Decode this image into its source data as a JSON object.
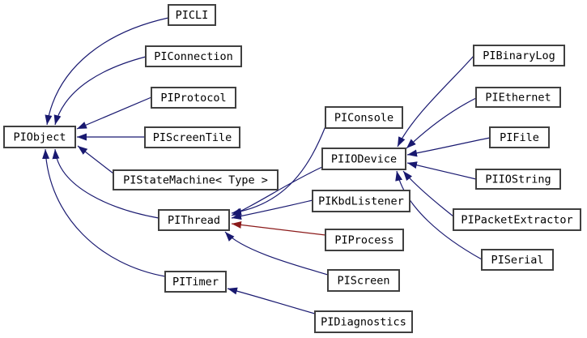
{
  "diagram": {
    "type": "class-inheritance-graph",
    "colors": {
      "background": "#ffffff",
      "node_fill": "#ffffff",
      "node_border": "#404040",
      "text": "#000000",
      "edge_public": "#191970",
      "edge_private": "#8b1a1a"
    },
    "nodes": [
      {
        "id": "PIObject",
        "label": "PIObject"
      },
      {
        "id": "PICLI",
        "label": "PICLI"
      },
      {
        "id": "PIConnection",
        "label": "PIConnection"
      },
      {
        "id": "PIProtocol",
        "label": "PIProtocol"
      },
      {
        "id": "PIScreenTile",
        "label": "PIScreenTile"
      },
      {
        "id": "PIStateMachine",
        "label": "PIStateMachine< Type >"
      },
      {
        "id": "PIThread",
        "label": "PIThread"
      },
      {
        "id": "PITimer",
        "label": "PITimer"
      },
      {
        "id": "PIConsole",
        "label": "PIConsole"
      },
      {
        "id": "PIIODevice",
        "label": "PIIODevice"
      },
      {
        "id": "PIKbdListener",
        "label": "PIKbdListener"
      },
      {
        "id": "PIProcess",
        "label": "PIProcess"
      },
      {
        "id": "PIScreen",
        "label": "PIScreen"
      },
      {
        "id": "PIDiagnostics",
        "label": "PIDiagnostics"
      },
      {
        "id": "PIBinaryLog",
        "label": "PIBinaryLog"
      },
      {
        "id": "PIEthernet",
        "label": "PIEthernet"
      },
      {
        "id": "PIFile",
        "label": "PIFile"
      },
      {
        "id": "PIIOString",
        "label": "PIIOString"
      },
      {
        "id": "PIPacketExtractor",
        "label": "PIPacketExtractor"
      },
      {
        "id": "PISerial",
        "label": "PISerial"
      }
    ],
    "edges": [
      {
        "from": "PICLI",
        "to": "PIObject",
        "relation": "public"
      },
      {
        "from": "PIConnection",
        "to": "PIObject",
        "relation": "public"
      },
      {
        "from": "PIProtocol",
        "to": "PIObject",
        "relation": "public"
      },
      {
        "from": "PIScreenTile",
        "to": "PIObject",
        "relation": "public"
      },
      {
        "from": "PIStateMachine",
        "to": "PIObject",
        "relation": "public"
      },
      {
        "from": "PIThread",
        "to": "PIObject",
        "relation": "public"
      },
      {
        "from": "PITimer",
        "to": "PIObject",
        "relation": "public"
      },
      {
        "from": "PIConsole",
        "to": "PIThread",
        "relation": "public"
      },
      {
        "from": "PIIODevice",
        "to": "PIThread",
        "relation": "public"
      },
      {
        "from": "PIKbdListener",
        "to": "PIThread",
        "relation": "public"
      },
      {
        "from": "PIProcess",
        "to": "PIThread",
        "relation": "private"
      },
      {
        "from": "PIScreen",
        "to": "PIThread",
        "relation": "public"
      },
      {
        "from": "PIBinaryLog",
        "to": "PIIODevice",
        "relation": "public"
      },
      {
        "from": "PIEthernet",
        "to": "PIIODevice",
        "relation": "public"
      },
      {
        "from": "PIFile",
        "to": "PIIODevice",
        "relation": "public"
      },
      {
        "from": "PIIOString",
        "to": "PIIODevice",
        "relation": "public"
      },
      {
        "from": "PIPacketExtractor",
        "to": "PIIODevice",
        "relation": "public"
      },
      {
        "from": "PISerial",
        "to": "PIIODevice",
        "relation": "public"
      },
      {
        "from": "PIDiagnostics",
        "to": "PITimer",
        "relation": "public"
      }
    ]
  }
}
